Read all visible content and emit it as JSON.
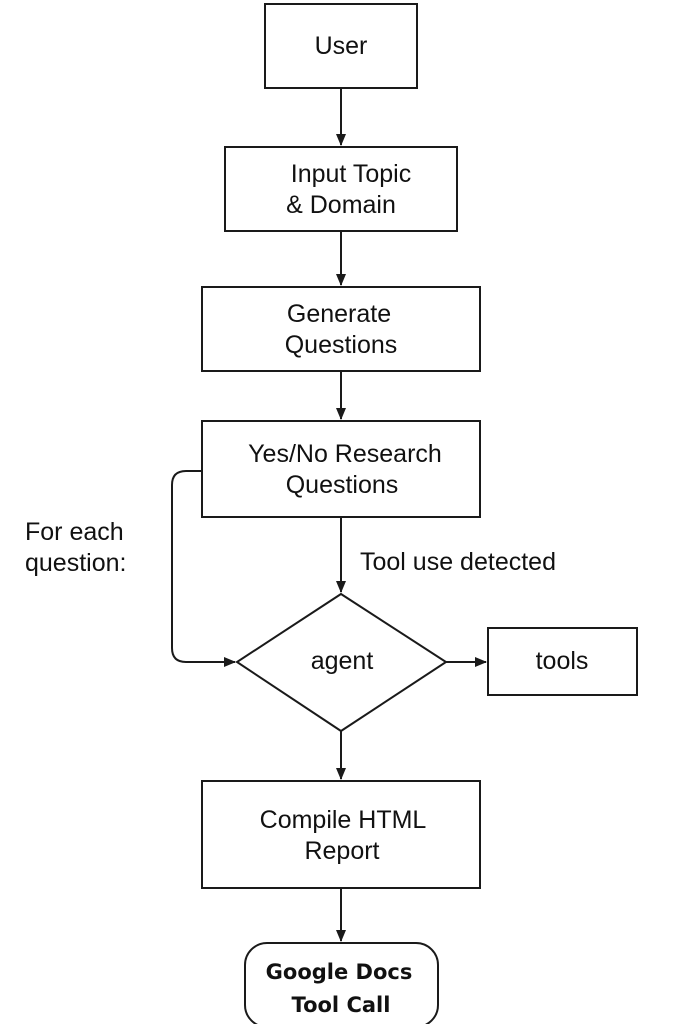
{
  "nodes": {
    "user": {
      "label": "User"
    },
    "input_topic": {
      "line1": "Input Topic",
      "line2": "& Domain"
    },
    "generate_questions": {
      "line1": "Generate",
      "line2": "Questions"
    },
    "research_questions": {
      "line1": "Yes/No Research",
      "line2": "Questions"
    },
    "agent": {
      "label": "agent"
    },
    "tools": {
      "label": "tools"
    },
    "compile_report": {
      "line1": "Compile HTML",
      "line2": "Report"
    },
    "google_docs": {
      "line1": "Google Docs",
      "line2": "Tool Call"
    }
  },
  "edge_labels": {
    "tool_use": "Tool use detected",
    "loop_line1": "For each",
    "loop_line2": "question:"
  },
  "colors": {
    "stroke": "#1a1a1a",
    "text": "#111111",
    "background": "#ffffff"
  }
}
